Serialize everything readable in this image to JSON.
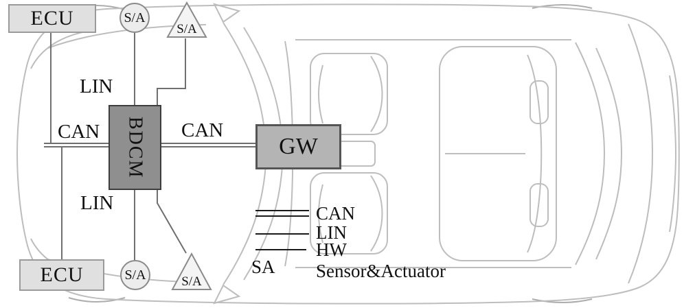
{
  "diagram": {
    "title_hint": "In-vehicle body domain network topology",
    "nodes": {
      "ecu_top": "ECU",
      "ecu_bottom": "ECU",
      "sa_circle_top": "S/A",
      "sa_triangle_top": "S/A",
      "sa_circle_bottom": "S/A",
      "sa_triangle_bottom": "S/A",
      "bdcm": "BDCM",
      "gw": "GW"
    },
    "bus_labels": {
      "lin_top": "LIN",
      "can_left": "CAN",
      "can_center": "CAN",
      "lin_bottom": "LIN"
    },
    "legend": {
      "can": "CAN",
      "lin": "LIN",
      "hw": "HW",
      "sa_abbrev": "SA",
      "sa_meaning": "Sensor&Actuator"
    },
    "colors": {
      "bdcm_fill": "#8f8f8f",
      "gw_fill": "#b4b4b4",
      "ecu_fill": "#e0e0e0",
      "node_border": "#8a8a8a",
      "bus_line": "#6f6f6f",
      "legend_line": "#1a1a1a",
      "car_outline": "#bdbdbd"
    }
  }
}
